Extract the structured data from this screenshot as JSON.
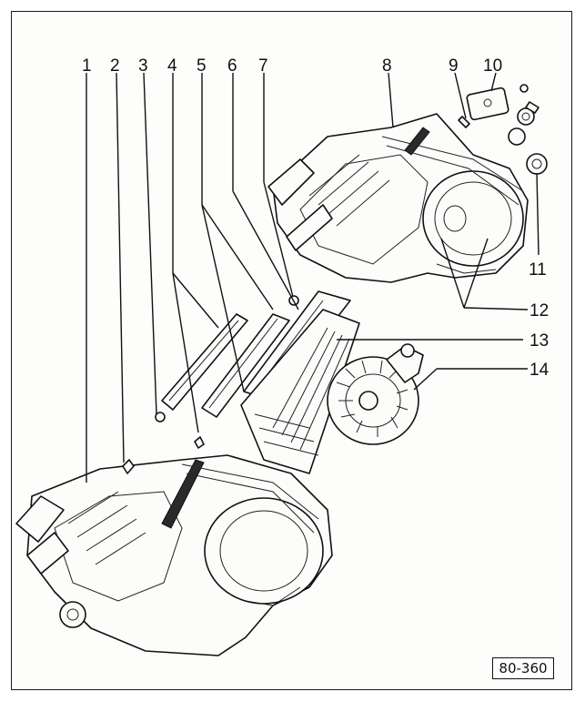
{
  "figure": {
    "figure_id": "80-360",
    "callouts": [
      "1",
      "2",
      "3",
      "4",
      "5",
      "6",
      "7",
      "8",
      "9",
      "10",
      "11",
      "12",
      "13",
      "14"
    ]
  }
}
